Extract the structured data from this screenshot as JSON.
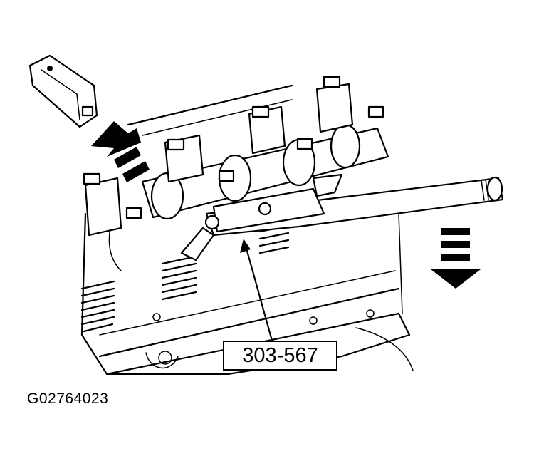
{
  "callout": {
    "tool_number": "303-567"
  },
  "figure": {
    "id": "G02764023"
  },
  "icons": {
    "removal_arrow": "up-left-motion-arrow",
    "press_arrow": "down-motion-arrow"
  }
}
